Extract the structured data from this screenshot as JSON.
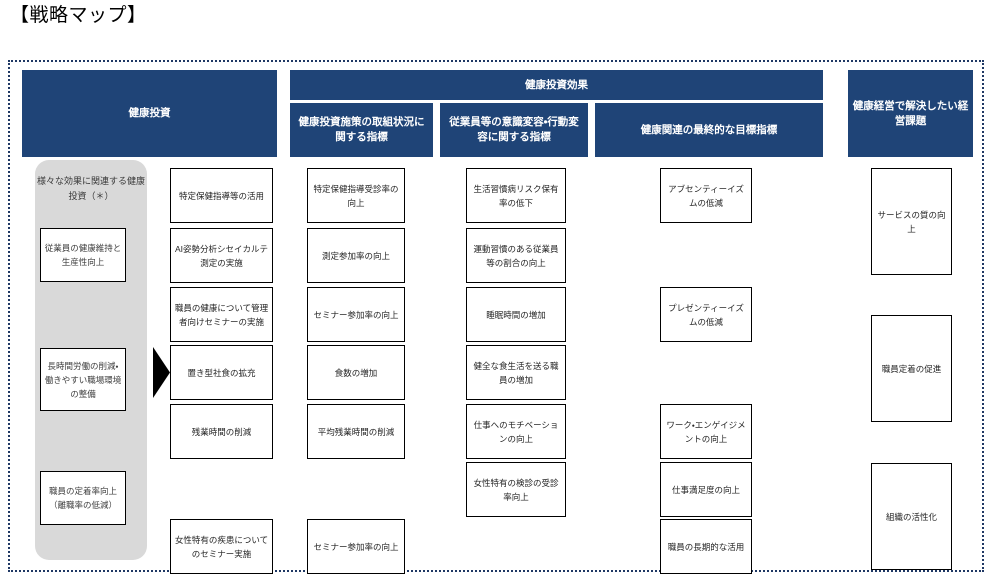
{
  "title": "【戦略マップ】",
  "headers": {
    "investment": "健康投資",
    "effect_band": "健康投資効果",
    "sub1": "健康投資施策の取組状況に関する指標",
    "sub2": "従業員等の意識変容・行動変容に関する指標",
    "sub3": "健康関連の最終的な目標指標",
    "issues": "健康経営で解決したい経営課題"
  },
  "invest_group": {
    "label": "様々な効果に関連する健康投資（＊）",
    "items": [
      "従業員の健康維持と生産性向上",
      "長時間労働の削減・働きやすい職場環境の整備",
      "職員の定着率向上（離職率の低減）"
    ]
  },
  "col_investment": [
    "特定保健指導等の活用",
    "AI姿勢分析シセイカルテ測定の実施",
    "職員の健康について管理者向けセミナーの実施",
    "置き型社食の拡充",
    "残業時間の削減",
    "女性特有の疾患についてのセミナー実施"
  ],
  "col_sub1": [
    "特定保健指導受診率の向上",
    "測定参加率の向上",
    "セミナー参加率の向上",
    "食数の増加",
    "平均残業時間の削減",
    "セミナー参加率の向上"
  ],
  "col_sub2": [
    "生活習慣病リスク保有率の低下",
    "運動習慣のある従業員等の割合の向上",
    "睡眠時間の増加",
    "健全な食生活を送る職員の増加",
    "仕事へのモチベーションの向上",
    "女性特有の検診の受診率向上"
  ],
  "col_sub3": [
    "アブセンティーイズムの低減",
    "プレゼンティーイズムの低減",
    "ワーク・エンゲイジメントの向上",
    "仕事満足度の向上",
    "職員の長期的な活用"
  ],
  "col_issues": [
    "サービスの質の向上",
    "職員定着の促進",
    "組織の活性化"
  ],
  "colors": {
    "header_blue": "#1f4477",
    "frame_blue": "#1f3864",
    "group_grey": "#d9d9d9",
    "node_border": "#000000",
    "arrow_black": "#000000"
  }
}
